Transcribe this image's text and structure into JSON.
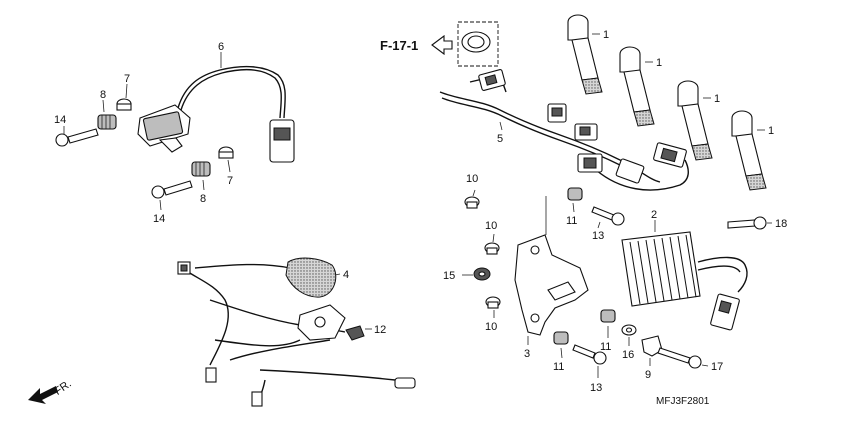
{
  "callouts": {
    "c1a": "1",
    "c1b": "1",
    "c1c": "1",
    "c1d": "1",
    "c2": "2",
    "c3": "3",
    "c4": "4",
    "c5": "5",
    "c6": "6",
    "c7a": "7",
    "c7b": "7",
    "c8a": "8",
    "c8b": "8",
    "c9": "9",
    "c10a": "10",
    "c10b": "10",
    "c10c": "10",
    "c11a": "11",
    "c11b": "11",
    "c11c": "11",
    "c12": "12",
    "c13a": "13",
    "c13b": "13",
    "c14a": "14",
    "c14b": "14",
    "c15": "15",
    "c16": "16",
    "c17": "17",
    "c18": "18"
  },
  "reference": {
    "label": "F-17-1"
  },
  "direction": {
    "label": "FR."
  },
  "diagram_code": "MFJ3F2801",
  "pattern": "grey-dots"
}
